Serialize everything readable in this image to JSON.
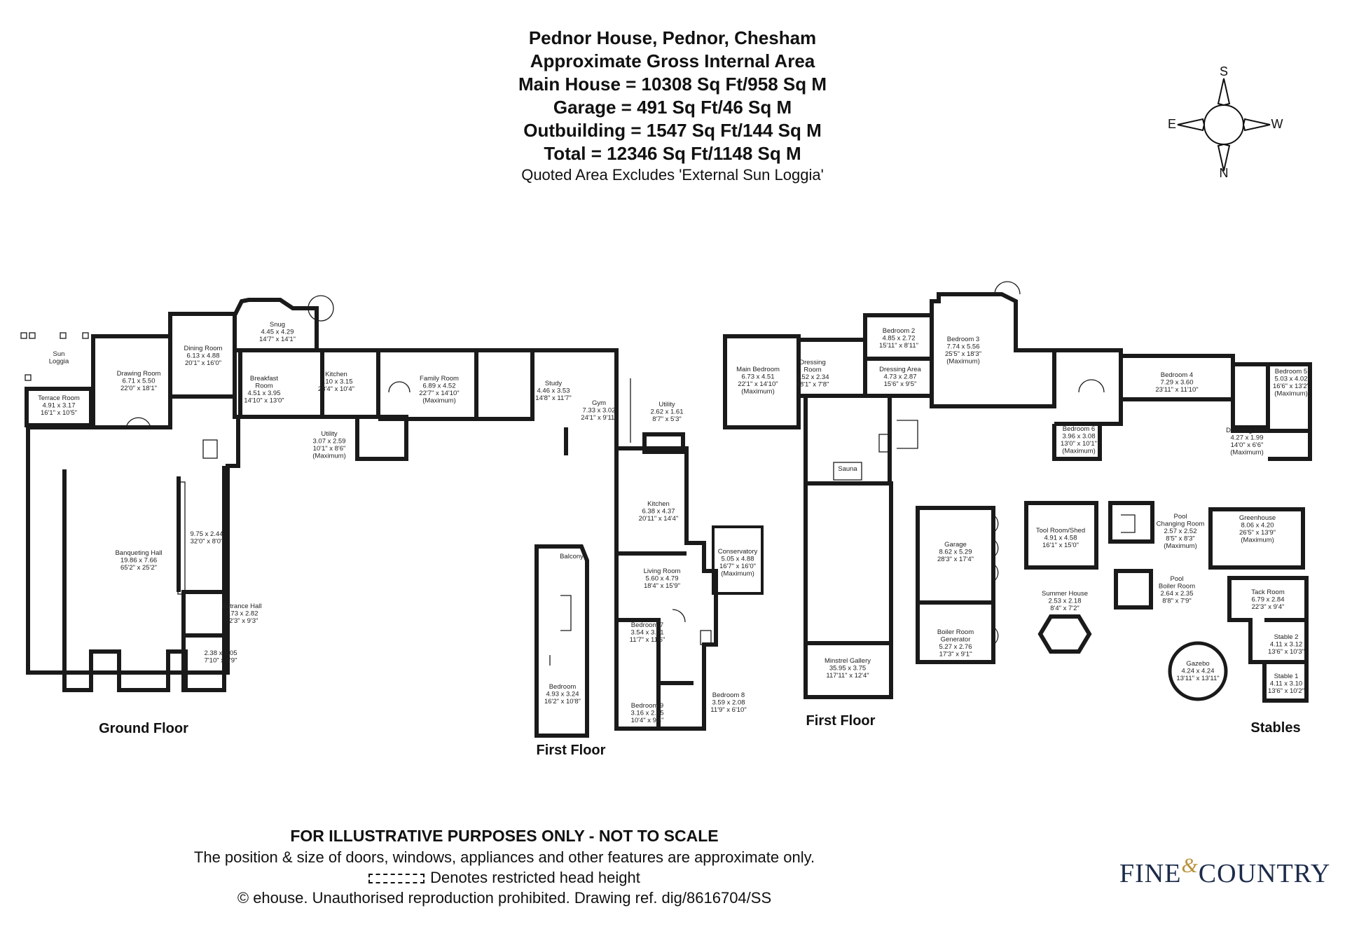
{
  "header": {
    "title": "Pednor House, Pednor, Chesham",
    "subtitle": "Approximate Gross Internal Area",
    "main_house": "Main House = 10308 Sq Ft/958 Sq M",
    "garage": "Garage = 491 Sq Ft/46 Sq M",
    "outbuilding": "Outbuilding = 1547 Sq Ft/144 Sq M",
    "total": "Total = 12346 Sq Ft/1148 Sq M",
    "note": "Quoted Area Excludes 'External Sun Loggia'"
  },
  "compass": {
    "top": "S",
    "left": "E",
    "right": "W",
    "bottom": "N"
  },
  "floor_labels": {
    "ground": "Ground Floor",
    "first_a": "First Floor",
    "first_b": "First Floor",
    "stables": "Stables"
  },
  "rooms": {
    "sun_loggia": [
      "Sun",
      "Loggia"
    ],
    "terrace_room": [
      "Terrace Room",
      "4.91 x 3.17",
      "16'1\" x 10'5\""
    ],
    "drawing_room": [
      "Drawing Room",
      "6.71 x 5.50",
      "22'0\" x 18'1\""
    ],
    "dining_room": [
      "Dining Room",
      "6.13 x 4.88",
      "20'1\" x 16'0\""
    ],
    "snug": [
      "Snug",
      "4.45 x 4.29",
      "14'7\" x 14'1\""
    ],
    "breakfast_room": [
      "Breakfast",
      "Room",
      "4.51 x 3.95",
      "14'10\" x 13'0\""
    ],
    "kitchen_gf": [
      "Kitchen",
      "7.10 x 3.15",
      "23'4\" x 10'4\""
    ],
    "utility_gf": [
      "Utility",
      "3.07 x 2.59",
      "10'1\" x 8'6\"",
      "(Maximum)"
    ],
    "family_room": [
      "Family Room",
      "6.89 x 4.52",
      "22'7\" x 14'10\"",
      "(Maximum)"
    ],
    "study": [
      "Study",
      "4.46 x 3.53",
      "14'8\" x 11'7\""
    ],
    "gym": [
      "Gym",
      "7.33 x 3.02",
      "24'1\" x 9'11\""
    ],
    "banqueting_hall": [
      "Banqueting Hall",
      "19.86 x 7.66",
      "65'2\" x 25'2\""
    ],
    "gallery_gf": [
      "9.75 x 2.44",
      "32'0\" x 8'0\""
    ],
    "entrance_hall": [
      "Entrance Hall",
      "3.73 x 2.82",
      "12'3\" x 9'3\""
    ],
    "small_room": [
      "2.38 x 2.05",
      "7'10\" x 6'9\""
    ],
    "balcony": [
      "Balcony"
    ],
    "bedroom_ff": [
      "Bedroom",
      "4.93 x 3.24",
      "16'2\" x 10'8\""
    ],
    "utility_ff": [
      "Utility",
      "2.62 x 1.61",
      "8'7\" x 5'3\""
    ],
    "kitchen_ff": [
      "Kitchen",
      "6.38 x 4.37",
      "20'11\" x 14'4\""
    ],
    "conservatory": [
      "Conservatory",
      "5.05 x 4.88",
      "16'7\" x 16'0\"",
      "(Maximum)"
    ],
    "living_room": [
      "Living Room",
      "5.60 x 4.79",
      "18'4\" x 15'9\""
    ],
    "bedroom7": [
      "Bedroom 7",
      "3.54 x 3.51",
      "11'7\" x 11'6\""
    ],
    "bedroom8": [
      "Bedroom 8",
      "3.59 x 2.08",
      "11'9\" x 6'10\""
    ],
    "bedroom9": [
      "Bedroom 9",
      "3.16 x 2.85",
      "10'4\" x 9'4\""
    ],
    "main_bedroom": [
      "Main Bedroom",
      "6.73 x 4.51",
      "22'1\" x 14'10\"",
      "(Maximum)"
    ],
    "dressing_room": [
      "Dressing",
      "Room",
      "5.52 x 2.34",
      "18'1\" x 7'8\""
    ],
    "bedroom2": [
      "Bedroom 2",
      "4.85 x 2.72",
      "15'11\" x 8'11\""
    ],
    "dressing_area1": [
      "Dressing Area",
      "4.73 x 2.87",
      "15'6\" x 9'5\""
    ],
    "bedroom3": [
      "Bedroom 3",
      "7.74 x 5.56",
      "25'5\" x 18'3\"",
      "(Maximum)"
    ],
    "bedroom4": [
      "Bedroom 4",
      "7.29 x 3.60",
      "23'11\" x 11'10\""
    ],
    "bedroom5": [
      "Bedroom 5",
      "5.03 x 4.02",
      "16'6\" x 13'2\"",
      "(Maximum)"
    ],
    "bedroom6": [
      "Bedroom 6",
      "3.96 x 3.08",
      "13'0\" x 10'1\"",
      "(Maximum)"
    ],
    "dressing_area2": [
      "Dressing Area",
      "4.27 x 1.99",
      "14'0\" x 6'6\"",
      "(Maximum)"
    ],
    "sauna": [
      "Sauna"
    ],
    "minstrel_gallery": [
      "Minstrel Gallery",
      "35.95 x 3.75",
      "117'11\" x 12'4\""
    ],
    "garage": [
      "Garage",
      "8.62 x 5.29",
      "28'3\" x 17'4\""
    ],
    "boiler_generator": [
      "Boiler Room",
      "Generator",
      "5.27 x 2.76",
      "17'3\" x 9'1\""
    ],
    "tool_room": [
      "Tool Room/Shed",
      "4.91 x 4.58",
      "16'1\" x 15'0\""
    ],
    "summer_house": [
      "Summer House",
      "2.53 x 2.18",
      "8'4\" x 7'2\""
    ],
    "pool_changing": [
      "Pool",
      "Changing Room",
      "2.57 x 2.52",
      "8'5\" x 8'3\"",
      "(Maximum)"
    ],
    "greenhouse": [
      "Greenhouse",
      "8.06 x 4.20",
      "26'5\" x 13'9\"",
      "(Maximum)"
    ],
    "pool_boiler": [
      "Pool",
      "Boiler Room",
      "2.64 x 2.35",
      "8'8\" x 7'9\""
    ],
    "tack_room": [
      "Tack Room",
      "6.79 x 2.84",
      "22'3\" x 9'4\""
    ],
    "stable2": [
      "Stable 2",
      "4.11 x 3.12",
      "13'6\" x 10'3\""
    ],
    "stable1": [
      "Stable 1",
      "4.11 x 3.10",
      "13'6\" x 10'2\""
    ],
    "gazebo": [
      "Gazebo",
      "4.24 x 4.24",
      "13'11\" x 13'11\""
    ]
  },
  "footer": {
    "disclaimer_title": "FOR ILLUSTRATIVE PURPOSES ONLY - NOT TO SCALE",
    "disclaimer_body": "The position & size of doors, windows, appliances and other features are approximate only.",
    "legend": "Denotes restricted head height",
    "copyright": "© ehouse. Unauthorised reproduction prohibited. Drawing ref. dig/8616704/SS"
  },
  "logo": {
    "left": "FINE",
    "amp": "&",
    "right": "COUNTRY"
  }
}
